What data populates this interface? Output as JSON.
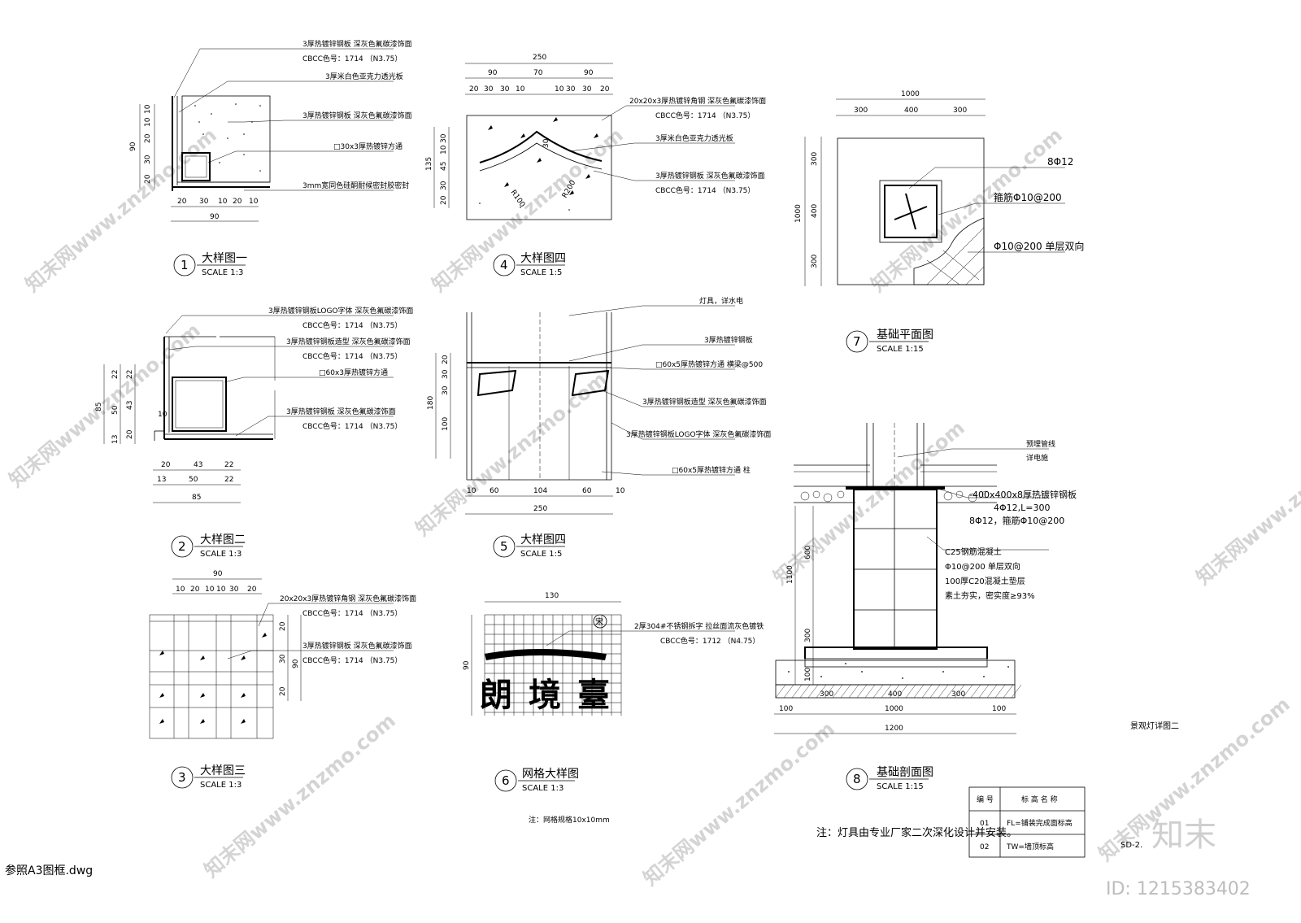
{
  "detail1": {
    "notes": [
      "3厚热镀锌钢板 深灰色氟碳漆饰面",
      "CBCC色号：1714 （N3.75）",
      "3厚米白色亚克力透光板",
      "3厚热镀锌钢板 深灰色氟碳漆饰面",
      "□30x3厚热镀锌方通",
      "3mm宽同色硅酮耐候密封胶密封"
    ],
    "dims_left": [
      "10",
      "10",
      "20",
      "30",
      "20"
    ],
    "dim_total_left": "90",
    "dims_bottom": [
      "20",
      "30",
      "10",
      "20",
      "10"
    ],
    "dim_total_bottom": "90",
    "number": "1",
    "title": "大样图一",
    "scale": "SCALE 1:3"
  },
  "detail2": {
    "notes": [
      "3厚热镀锌钢板LOGO字体 深灰色氟碳漆饰面",
      "CBCC色号：1714 （N3.75）",
      "3厚热镀锌钢板造型 深灰色氟碳漆饰面",
      "CBCC色号：1714 （N3.75）",
      "□60x3厚热镀锌方通",
      "3厚热镀锌钢板 深灰色氟碳漆饰面",
      "CBCC色号：1714 （N3.75）"
    ],
    "dims_left": [
      "22",
      "43",
      "20"
    ],
    "dims_left2": [
      "22",
      "50",
      "13"
    ],
    "dim_total_left": "85",
    "dim_inner": "10",
    "dims_bottom": [
      "20",
      "43",
      "22"
    ],
    "dims_bottom2": [
      "13",
      "50",
      "22"
    ],
    "dim_total_bottom": "85",
    "number": "2",
    "title": "大样图二",
    "scale": "SCALE 1:3"
  },
  "detail3": {
    "notes": [
      "20x20x3厚热镀锌角钢 深灰色氟碳漆饰面",
      "CBCC色号：1714 （N3.75）",
      "3厚热镀锌钢板 深灰色氟碳漆饰面",
      "CBCC色号：1714 （N3.75）"
    ],
    "dim_total_top": "90",
    "dims_top": [
      "10",
      "20",
      "10",
      "10",
      "30",
      "20"
    ],
    "dims_right": [
      "20",
      "30",
      "20"
    ],
    "dim_total_right": "90",
    "number": "3",
    "title": "大样图三",
    "scale": "SCALE 1:3"
  },
  "detail4": {
    "notes": [
      "20x20x3厚热镀锌角钢 深灰色氟碳漆饰面",
      "CBCC色号：1714 （N3.75）",
      "3厚米白色亚克力透光板",
      "3厚热镀锌钢板 深灰色氟碳漆饰面",
      "CBCC色号：1714 （N3.75）"
    ],
    "dim_total_top": "250",
    "dims_top": [
      "90",
      "70",
      "90"
    ],
    "dims_top2": [
      "20",
      "30",
      "30",
      "10",
      "10",
      "30",
      "30",
      "20"
    ],
    "dims_left": [
      "30",
      "10",
      "45",
      "30",
      "20"
    ],
    "dim_total_left": "135",
    "dim_inner": "30",
    "radius1": "R100",
    "radius2": "R200",
    "number": "4",
    "title": "大样图四",
    "scale": "SCALE 1:5"
  },
  "detail5": {
    "notes": [
      "灯具，详水电",
      "3厚热镀锌钢板",
      "□60x5厚热镀锌方通 横梁@500",
      "3厚热镀锌钢板造型 深灰色氟碳漆饰面",
      "3厚热镀锌钢板LOGO字体 深灰色氟碳漆饰面",
      "□60x5厚热镀锌方通 柱"
    ],
    "dims_left": [
      "20",
      "30",
      "30",
      "100"
    ],
    "dim_total_left": "180",
    "dims_bottom": [
      "10",
      "60",
      "104",
      "60",
      "10"
    ],
    "dim_total_bottom": "250",
    "number": "5",
    "title": "大样图四",
    "scale": "SCALE 1:5"
  },
  "detail6": {
    "dim_top": "130",
    "dim_left": "90",
    "notes": [
      "2厚304#不锈钢拆字 拉丝面流灰色镀铁",
      "CBCC色号：1712 （N4.75）"
    ],
    "chars": [
      "朗",
      "境",
      "臺"
    ],
    "stamp": "宋",
    "number": "6",
    "title": "网格大样图",
    "scale": "SCALE 1:3",
    "footnote": "注：网格规格10x10mm"
  },
  "detail7": {
    "dim_total_top": "1000",
    "dims_top": [
      "300",
      "400",
      "300"
    ],
    "dims_left": [
      "300",
      "400",
      "300"
    ],
    "dim_total_left": "1000",
    "notes": [
      "8Φ12",
      "箍筋Φ10@200",
      "Φ10@200 单层双向"
    ],
    "number": "7",
    "title": "基础平面图",
    "scale": "SCALE 1:15"
  },
  "detail8": {
    "notes": [
      "预埋管线",
      "详电施",
      "-400x400x8厚热镀锌钢板",
      "4Φ12,L=300",
      "8Φ12，箍筋Φ10@200",
      "C25钢筋混凝土",
      "Φ10@200 单层双向",
      "100厚C20混凝土垫层",
      "素土夯实，密实度≥93%"
    ],
    "dims_left": [
      "600",
      "300",
      "100"
    ],
    "dim_total_left": "1100",
    "dims_bottom": [
      "100",
      "300",
      "400",
      "300",
      "100"
    ],
    "dim_mid": "1000",
    "dim_total_bottom": "1200",
    "number": "8",
    "title": "基础剖面图",
    "scale": "SCALE 1:15"
  },
  "sheet": {
    "drawing_name": "景观灯详图二",
    "bottom_note": "注：灯具由专业厂家二次深化设计并安装。",
    "frame_ref": "参照A3图框.dwg",
    "sheet_code": "SD-2.",
    "brand": "知末",
    "id_label": "ID: 1215383402",
    "watermark": "知末网www.znzmo.com"
  },
  "legend": {
    "headers": [
      "编 号",
      "标 高 名 称"
    ],
    "rows": [
      [
        "01",
        "FL=铺装完成面标高"
      ],
      [
        "02",
        "TW=墙顶标高"
      ]
    ]
  }
}
